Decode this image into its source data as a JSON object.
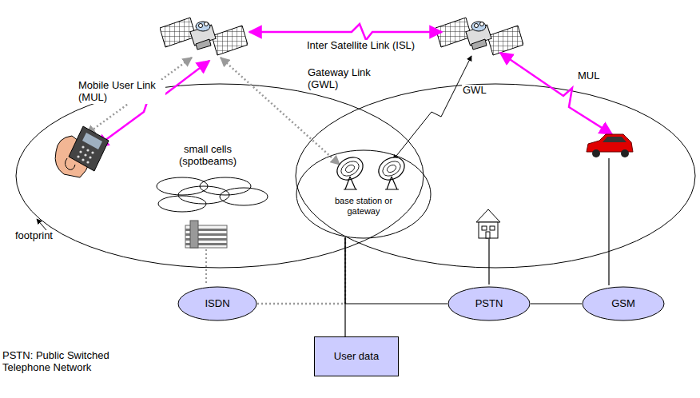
{
  "diagram": {
    "nodes": [
      {
        "text": [
          "base station or gateway"
        ]
      },
      {
        "text": [
          "ISDN"
        ]
      },
      {
        "text": [
          "PSTN"
        ]
      },
      {
        "text": [
          "GSM"
        ]
      },
      {
        "text": [
          "User data"
        ]
      }
    ],
    "edges": [
      {
        "from": 1,
        "to": 0,
        "arrow": "none"
      },
      {
        "from": 0,
        "to": 4,
        "arrow": "none"
      },
      {
        "from": 0,
        "to": 2,
        "arrow": "none"
      },
      {
        "from": 2,
        "to": 3,
        "arrow": "none"
      }
    ],
    "labels": [
      "Inter Satellite Link (ISL)",
      "Mobile User Link (MUL)",
      "Gateway Link (GWL)",
      "GWL",
      "MUL",
      "small cells (spotbeams)",
      "footprint",
      "PSTN: Public Switched Telephone Network"
    ]
  }
}
